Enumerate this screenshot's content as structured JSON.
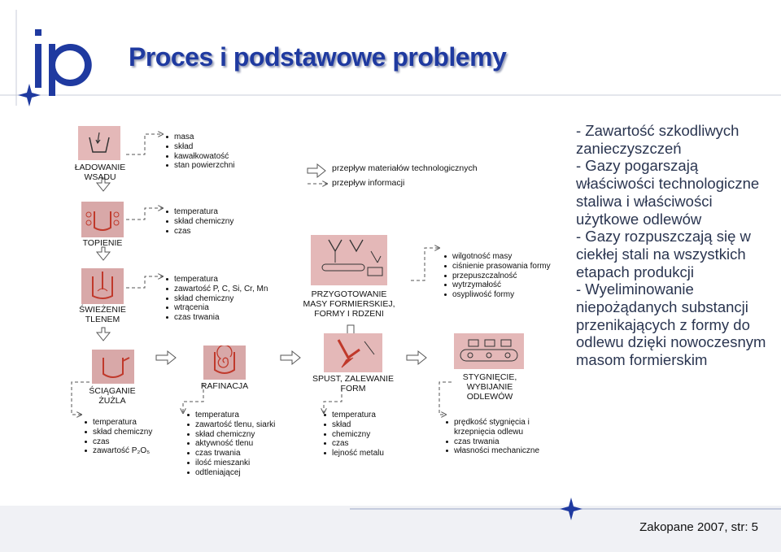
{
  "title": "Proces i podstawowe problemy",
  "logo_text": "ip",
  "legend": {
    "material_flow": "przepływ materiałów technologicznych",
    "info_flow": "przepływ informacji"
  },
  "steps": {
    "loading": {
      "label": [
        "ŁADOWANIE",
        "WSADU"
      ],
      "params": [
        "masa",
        "skład",
        "kawałkowatość",
        "stan powierzchni"
      ]
    },
    "melting": {
      "label": [
        "TOPIENIE"
      ],
      "params": [
        "temperatura",
        "skład chemiczny",
        "czas"
      ]
    },
    "refreshing": {
      "label": [
        "ŚWIEŻENIE",
        "TLENEM"
      ],
      "params": [
        "temperatura",
        "zawartość P, C, Si, Cr, Mn",
        "skład chemiczny",
        "wtrącenia",
        "czas trwania"
      ]
    },
    "slag": {
      "label": [
        "ŚCIĄGANIE",
        "ŻUŻLA"
      ],
      "params": [
        "temperatura",
        "skład chemiczny",
        "czas",
        "zawartość P₂O₅"
      ]
    },
    "refining": {
      "label": [
        "RAFINACJA"
      ],
      "params": [
        "temperatura",
        "zawartość tlenu, siarki",
        "skład chemiczny",
        "aktywność tlenu",
        "czas trwania",
        "ilość mieszanki",
        "odtleniającej"
      ]
    },
    "molding": {
      "label": [
        "PRZYGOTOWANIE",
        "MASY FORMIERSKIEJ,",
        "FORMY I RDZENI"
      ],
      "params": [
        "wilgotność masy",
        "ciśnienie prasowania formy",
        "przepuszczalność",
        "wytrzymałość",
        "osypliwość formy"
      ]
    },
    "pouring": {
      "label": [
        "SPUST, ZALEWANIE",
        "FORM"
      ],
      "params": [
        "temperatura",
        "skład",
        "chemiczny",
        "czas",
        "lejność metalu"
      ]
    },
    "solidification": {
      "label": [
        "STYGNIĘCIE,",
        "WYBIJANIE",
        "ODLEWÓW"
      ],
      "params": [
        "prędkość stygnięcia i",
        "krzepnięcia odlewu",
        "czas trwania",
        "własności mechaniczne"
      ]
    }
  },
  "right_text": [
    "- Zawartość szkodliwych zanieczyszczeń",
    "- Gazy pogarszają właściwości technologiczne staliwa i właściwości użytkowe odlewów",
    "- Gazy rozpuszczają się w ciekłej stali na wszystkich etapach produkcji",
    "- Wyeliminowanie niepożądanych substancji przenikających z formy do odlewu dzięki nowoczesnym masom formierskim"
  ],
  "footer": "Zakopane 2007, str:  5",
  "colors": {
    "title": "#1f3aa0",
    "logo": "#1f3aa0",
    "box": "#d8a8a8",
    "icon": "#c0392b"
  }
}
